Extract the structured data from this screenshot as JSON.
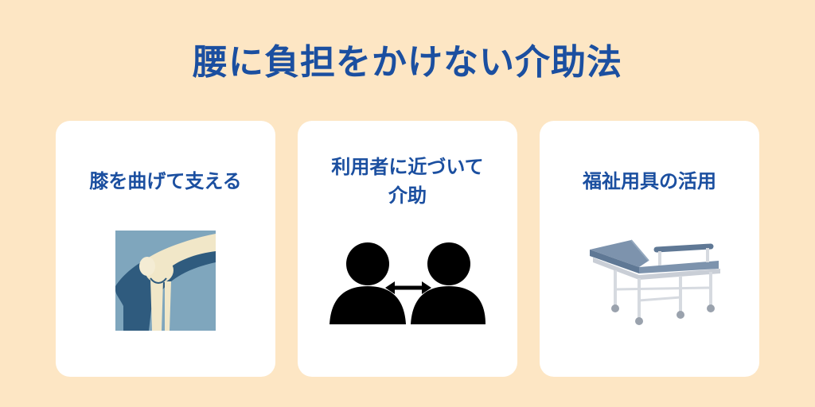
{
  "title": "腰に負担をかけない介助法",
  "cards": [
    {
      "label": "膝を曲げて支える",
      "icon": "knee-joint-icon"
    },
    {
      "label": "利用者に近づいて\n介助",
      "icon": "people-approach-icon"
    },
    {
      "label": "福祉用具の活用",
      "icon": "stretcher-bed-icon"
    }
  ],
  "colors": {
    "background": "#fde6c4",
    "accent": "#1b4fa0",
    "card": "#ffffff"
  }
}
